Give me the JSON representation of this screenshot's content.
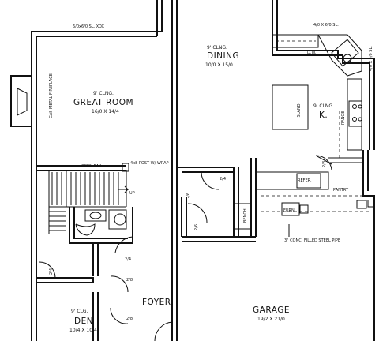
{
  "rooms": {
    "great_room": {
      "ceiling": "9' CLNG.",
      "name": "GREAT ROOM",
      "dims": "16/0 X 14/4"
    },
    "dining": {
      "ceiling": "9' CLNG.",
      "name": "DINING",
      "dims": "10/0 X 15/0"
    },
    "kitchen": {
      "ceiling": "9' CLNG.",
      "name": "K."
    },
    "foyer": {
      "name": "FOYER"
    },
    "den": {
      "ceiling": "9' CLG.",
      "name": "DEN",
      "dims": "10/4 X 10/4"
    },
    "garage": {
      "name": "GARAGE",
      "dims": "19/2 X 21/0"
    }
  },
  "notes": {
    "slider_top": "6/0x6/0 SL. XOX",
    "slider_kitchen": "4/0 X 6/0 SL.",
    "window_right": "4/0 X 5/0 SL.",
    "dw": "D.W.",
    "fireplace": "GAS METAL FIREPLACE",
    "island": "ISLAND",
    "range": "RANGE",
    "open_rail": "OPEN RAIL",
    "post": "4x8 POST W/ WRAP",
    "up": "UP",
    "refer": "REFER.",
    "pantry": "PANTRY",
    "bench": "BENCH",
    "furnace": "FURN.",
    "pipe": "3\" CONC. FILLED STEEL PIPE",
    "door_28a": "2/8",
    "door_24a": "2/4",
    "door_26": "2/6",
    "door_26b": "2/6",
    "door_24b": "2/4",
    "door_24c": "2/4",
    "door_28b": "2/8",
    "door_28c": "2/8"
  }
}
